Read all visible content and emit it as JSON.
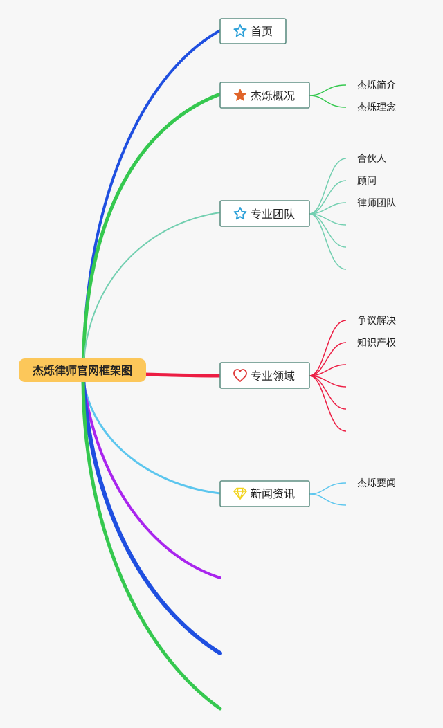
{
  "root": {
    "label": "杰烁律师官网框架图",
    "fill": "#fcc75a"
  },
  "branches": [
    {
      "label": "首页",
      "icon": "star-outline-icon",
      "icon_color": "#2a9fd8",
      "line_color": "#1f4fe0",
      "children": []
    },
    {
      "label": "杰烁概况",
      "icon": "star-filled-icon",
      "icon_color": "#e0642a",
      "line_color": "#35c84f",
      "children": [
        "杰烁简介",
        "杰烁理念"
      ]
    },
    {
      "label": "专业团队",
      "icon": "star-outline-icon",
      "icon_color": "#2a9fd8",
      "line_color": "#72cfb0",
      "children": [
        "合伙人",
        "顾问",
        "律师团队",
        "",
        "",
        ""
      ]
    },
    {
      "label": "专业领域",
      "icon": "heart-outline-icon",
      "icon_color": "#e03a3a",
      "line_color": "#ec1d43",
      "children": [
        "争议解决",
        "知识产权",
        "",
        "",
        "",
        ""
      ]
    },
    {
      "label": "新闻资讯",
      "icon": "diamond-icon",
      "icon_color": "#f2d31c",
      "line_color": "#5cc6ee",
      "children": [
        "杰烁要闻",
        ""
      ]
    },
    {
      "label": "",
      "icon": "",
      "icon_color": "",
      "line_color": "#a925ee",
      "children": []
    },
    {
      "label": "",
      "icon": "",
      "icon_color": "",
      "line_color": "#1f4fe0",
      "children": []
    },
    {
      "label": "",
      "icon": "",
      "icon_color": "",
      "line_color": "#35c84f",
      "children": []
    }
  ]
}
